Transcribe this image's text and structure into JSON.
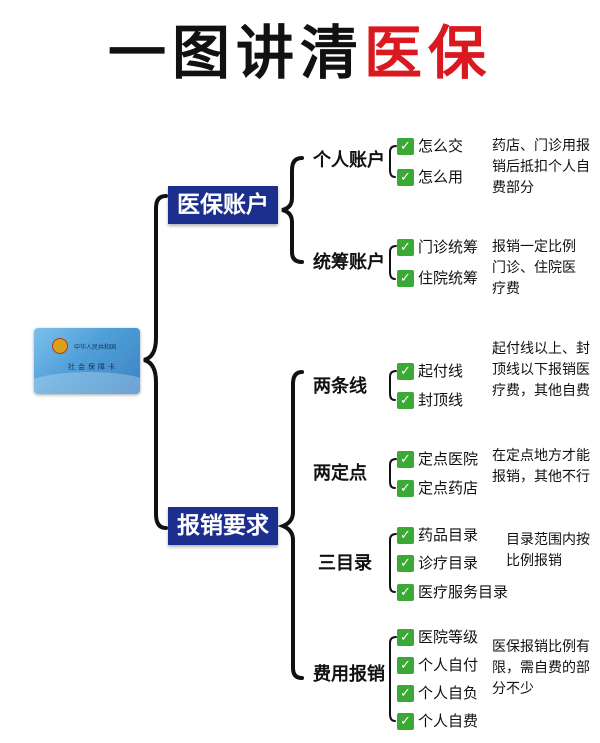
{
  "title": {
    "part1": "一图讲清",
    "part2": "医保"
  },
  "card": {
    "line1": "中华人民共和国",
    "line2": "社会保障卡"
  },
  "branches": [
    {
      "label": "医保账户",
      "groups": [
        {
          "label": "个人账户",
          "items": [
            "怎么交",
            "怎么用"
          ],
          "note": "药店、门诊用报销后抵扣个人自费部分"
        },
        {
          "label": "统筹账户",
          "items": [
            "门诊统筹",
            "住院统筹"
          ],
          "note": "报销一定比例门诊、住院医疗费"
        }
      ]
    },
    {
      "label": "报销要求",
      "groups": [
        {
          "label": "两条线",
          "items": [
            "起付线",
            "封顶线"
          ],
          "note": "起付线以上、封顶线以下报销医疗费，其他自费"
        },
        {
          "label": "两定点",
          "items": [
            "定点医院",
            "定点药店"
          ],
          "note": "在定点地方才能报销，其他不行"
        },
        {
          "label": "三目录",
          "items": [
            "药品目录",
            "诊疗目录",
            "医疗服务目录"
          ],
          "note": "目录范围内按比例报销"
        },
        {
          "label": "费用报销",
          "items": [
            "医院等级",
            "个人自付",
            "个人自负",
            "个人自费"
          ],
          "note": "医保报销比例有限，需自费的部分不少"
        }
      ]
    }
  ]
}
